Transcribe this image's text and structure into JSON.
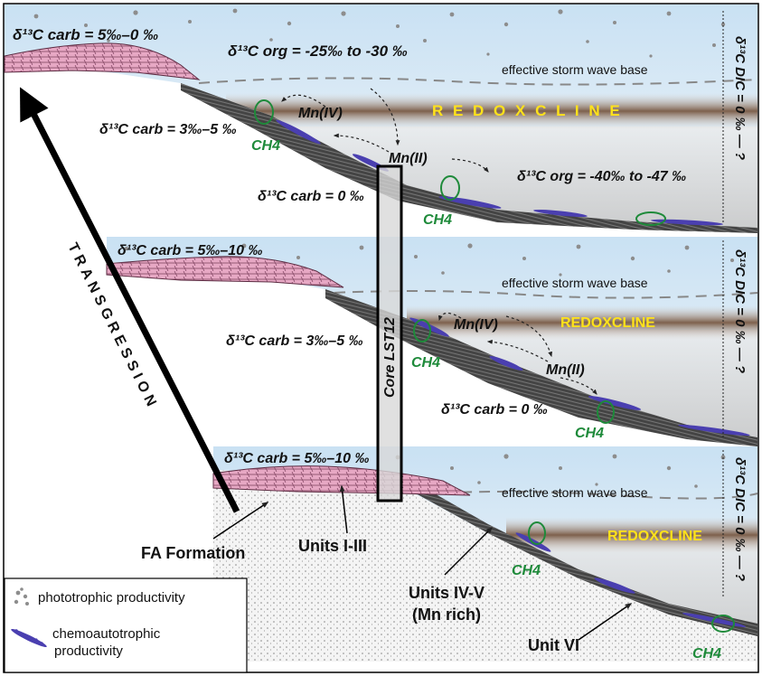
{
  "panels": [
    {
      "carb_top": "δ¹³C carb = 5‰–0 ‰",
      "org_top": "δ¹³C org = -25‰ to -30 ‰",
      "storm": "effective storm wave base",
      "redox": "R E D O X C L I N E",
      "carb_mid": "δ¹³C carb = 3‰–5 ‰",
      "mn_iv": "Mn(IV)",
      "mn_ii": "Mn(II)",
      "ch4_a": "CH4",
      "ch4_b": "CH4",
      "org_deep": "δ¹³C org = -40‰ to -47 ‰",
      "carb_deep": "δ¹³C carb = 0 ‰",
      "dic": "δ¹³C DIC = 0 ‰ — ?"
    },
    {
      "carb_top": "δ¹³C carb = 5‰–10 ‰",
      "storm": "effective storm wave base",
      "redox": "REDOXCLINE",
      "carb_mid": "δ¹³C carb = 3‰–5 ‰",
      "mn_iv": "Mn(IV)",
      "mn_ii": "Mn(II)",
      "ch4_a": "CH4",
      "ch4_b": "CH4",
      "carb_deep": "δ¹³C carb = 0 ‰",
      "dic": "δ¹³C DIC = 0 ‰ — ?"
    },
    {
      "carb_top": "δ¹³C carb = 5‰–10 ‰",
      "storm": "effective storm wave base",
      "redox": "REDOXCLINE",
      "ch4_a": "CH4",
      "ch4_b": "CH4",
      "dic": "δ¹³C DIC = 0 ‰ — ?"
    }
  ],
  "core_label": "Core LST12",
  "transgression": "TRANSGRESSION",
  "units": {
    "fa": "FA Formation",
    "i_iii": "Units I-III",
    "iv_v_1": "Units IV-V",
    "iv_v_2": "(Mn rich)",
    "vi": "Unit VI"
  },
  "legend": {
    "phototrophic": "phototrophic productivity",
    "chemo_1": "chemoautotrophic",
    "chemo_2": "productivity"
  },
  "colors": {
    "water": "#cfe3f3",
    "redox_band": "#8a6f5c",
    "platform": "#e7a8c4",
    "sediment": "#3c3c3c",
    "chemo": "#4a3fb0",
    "redox_text": "#ffe21a",
    "methane": "#1e8a3a"
  }
}
